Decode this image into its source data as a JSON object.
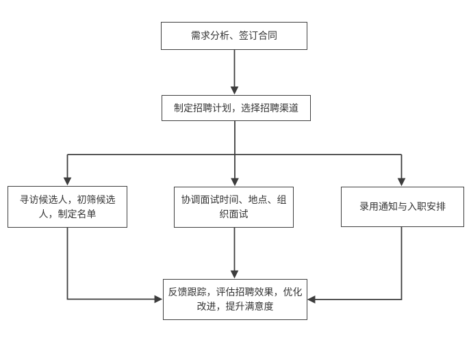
{
  "diagram": {
    "type": "flowchart",
    "background_color": "#ffffff",
    "line_color": "#3d3d3d",
    "text_color": "#333333",
    "node_fill_color": "#ffffff",
    "nodes": [
      {
        "id": "requirements",
        "label": "需求分析、签订合同"
      },
      {
        "id": "plan",
        "label": "制定招聘计划，选择招聘渠道"
      },
      {
        "id": "sourcing",
        "label": "寻访候选人，初筛候选\n人，制定名单"
      },
      {
        "id": "interview",
        "label": "协调面试时间、地点、组\n织面试"
      },
      {
        "id": "offer",
        "label": "录用通知与入职安排"
      },
      {
        "id": "feedback",
        "label": "反馈跟踪，评估招聘效果，优化\n改进，提升满意度"
      }
    ],
    "edges": [
      {
        "from": "requirements",
        "to": "plan"
      },
      {
        "from": "plan",
        "to": "sourcing"
      },
      {
        "from": "plan",
        "to": "interview"
      },
      {
        "from": "plan",
        "to": "offer"
      },
      {
        "from": "sourcing",
        "to": "feedback"
      },
      {
        "from": "interview",
        "to": "feedback"
      },
      {
        "from": "offer",
        "to": "feedback"
      }
    ]
  }
}
